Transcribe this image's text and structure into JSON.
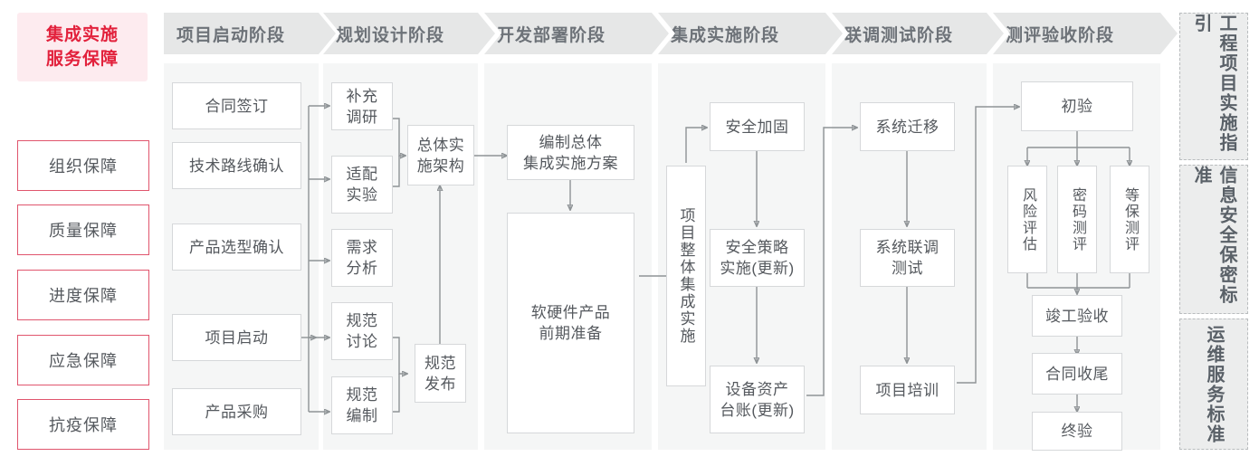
{
  "lead": {
    "title": "集成实施\n服务保障",
    "title_line1": "集成实施",
    "title_line2": "服务保障",
    "accent_color": "#e2213c",
    "bg_color": "#fdebef",
    "guarantees": [
      {
        "label": "组织保障"
      },
      {
        "label": "质量保障"
      },
      {
        "label": "进度保障"
      },
      {
        "label": "应急保障"
      },
      {
        "label": "抗疫保障"
      }
    ]
  },
  "phases": [
    {
      "id": "start",
      "header": "项目启动阶段",
      "nodes": [
        {
          "label": "合同签订"
        },
        {
          "label": "技术路线确认"
        },
        {
          "label": "产品选型确认"
        },
        {
          "label": "项目启动"
        },
        {
          "label": "产品采购"
        }
      ]
    },
    {
      "id": "plan",
      "header": "规划设计阶段",
      "nodes": [
        {
          "label": "补充\n调研",
          "l1": "补充",
          "l2": "调研"
        },
        {
          "label": "适配\n实验",
          "l1": "适配",
          "l2": "实验"
        },
        {
          "label": "需求\n分析",
          "l1": "需求",
          "l2": "分析"
        },
        {
          "label": "规范\n讨论",
          "l1": "规范",
          "l2": "讨论"
        },
        {
          "label": "规范\n编制",
          "l1": "规范",
          "l2": "编制"
        },
        {
          "label": "总体实\n施架构",
          "l1": "总体实",
          "l2": "施架构"
        },
        {
          "label": "规范\n发布",
          "l1": "规范",
          "l2": "发布"
        }
      ]
    },
    {
      "id": "deploy",
      "header": "开发部署阶段",
      "nodes": [
        {
          "label": "编制总体\n集成实施方案",
          "l1": "编制总体",
          "l2": "集成实施方案"
        },
        {
          "label": "软硬件产品\n前期准备",
          "l1": "软硬件产品",
          "l2": "前期准备"
        }
      ]
    },
    {
      "id": "integrate",
      "header": "集成实施阶段",
      "nodes": [
        {
          "label": "项目整体集成实施",
          "vertical": true
        },
        {
          "label": "安全加固"
        },
        {
          "label": "安全策略\n实施(更新)",
          "l1": "安全策略",
          "l2": "实施(更新)"
        },
        {
          "label": "设备资产\n台账(更新)",
          "l1": "设备资产",
          "l2": "台账(更新)"
        }
      ]
    },
    {
      "id": "jointtest",
      "header": "联调测试阶段",
      "nodes": [
        {
          "label": "系统迁移"
        },
        {
          "label": "系统联调\n测试",
          "l1": "系统联调",
          "l2": "测试"
        },
        {
          "label": "项目培训"
        }
      ]
    },
    {
      "id": "acceptance",
      "header": "测评验收阶段",
      "nodes": [
        {
          "label": "初验"
        },
        {
          "label": "风险评估",
          "vertical": true
        },
        {
          "label": "密码测评",
          "vertical": true
        },
        {
          "label": "等保测评",
          "vertical": true
        },
        {
          "label": "竣工验收"
        },
        {
          "label": "合同收尾"
        },
        {
          "label": "终验"
        }
      ]
    }
  ],
  "standards_rail": [
    {
      "label": "工程项目实施指引"
    },
    {
      "label": "信息安全保密标准"
    },
    {
      "label": "运维服务标准"
    }
  ]
}
